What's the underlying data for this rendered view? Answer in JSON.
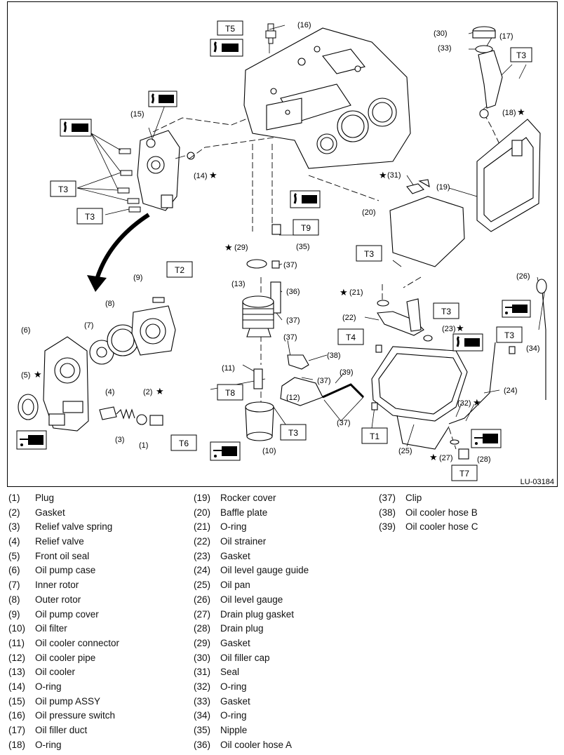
{
  "figure_code": "LU-03184",
  "torque_boxes": [
    "T1",
    "T2",
    "T3",
    "T4",
    "T5",
    "T6",
    "T7",
    "T8",
    "T9"
  ],
  "callouts": [
    "(1)",
    "(2)",
    "(3)",
    "(4)",
    "(5)",
    "(6)",
    "(7)",
    "(8)",
    "(9)",
    "(10)",
    "(11)",
    "(12)",
    "(13)",
    "(14)",
    "(15)",
    "(16)",
    "(17)",
    "(18)",
    "(19)",
    "(20)",
    "(21)",
    "(22)",
    "(23)",
    "(24)",
    "(25)",
    "(26)",
    "(27)",
    "(28)",
    "(29)",
    "(30)",
    "(31)",
    "(32)",
    "(33)",
    "(34)",
    "(35)",
    "(36)",
    "(37)",
    "(38)",
    "(39)"
  ],
  "star_symbol": "★",
  "legend": [
    {
      "num": "(1)",
      "name": "Plug"
    },
    {
      "num": "(2)",
      "name": "Gasket"
    },
    {
      "num": "(3)",
      "name": "Relief valve spring"
    },
    {
      "num": "(4)",
      "name": "Relief valve"
    },
    {
      "num": "(5)",
      "name": "Front oil seal"
    },
    {
      "num": "(6)",
      "name": "Oil pump case"
    },
    {
      "num": "(7)",
      "name": "Inner rotor"
    },
    {
      "num": "(8)",
      "name": "Outer rotor"
    },
    {
      "num": "(9)",
      "name": "Oil pump cover"
    },
    {
      "num": "(10)",
      "name": "Oil filter"
    },
    {
      "num": "(11)",
      "name": "Oil cooler connector"
    },
    {
      "num": "(12)",
      "name": "Oil cooler pipe"
    },
    {
      "num": "(13)",
      "name": "Oil cooler"
    },
    {
      "num": "(14)",
      "name": "O-ring"
    },
    {
      "num": "(15)",
      "name": "Oil pump ASSY"
    },
    {
      "num": "(16)",
      "name": "Oil pressure switch"
    },
    {
      "num": "(17)",
      "name": "Oil filler duct"
    },
    {
      "num": "(18)",
      "name": "O-ring"
    },
    {
      "num": "(19)",
      "name": "Rocker cover"
    },
    {
      "num": "(20)",
      "name": "Baffle plate"
    },
    {
      "num": "(21)",
      "name": "O-ring"
    },
    {
      "num": "(22)",
      "name": "Oil strainer"
    },
    {
      "num": "(23)",
      "name": "Gasket"
    },
    {
      "num": "(24)",
      "name": "Oil level gauge guide"
    },
    {
      "num": "(25)",
      "name": "Oil pan"
    },
    {
      "num": "(26)",
      "name": "Oil level gauge"
    },
    {
      "num": "(27)",
      "name": "Drain plug gasket"
    },
    {
      "num": "(28)",
      "name": "Drain plug"
    },
    {
      "num": "(29)",
      "name": "Gasket"
    },
    {
      "num": "(30)",
      "name": "Oil filler cap"
    },
    {
      "num": "(31)",
      "name": "Seal"
    },
    {
      "num": "(32)",
      "name": "O-ring"
    },
    {
      "num": "(33)",
      "name": "Gasket"
    },
    {
      "num": "(34)",
      "name": "O-ring"
    },
    {
      "num": "(35)",
      "name": "Nipple"
    },
    {
      "num": "(36)",
      "name": "Oil cooler hose A"
    },
    {
      "num": "(37)",
      "name": "Clip"
    },
    {
      "num": "(38)",
      "name": "Oil cooler hose B"
    },
    {
      "num": "(39)",
      "name": "Oil cooler hose C"
    }
  ]
}
